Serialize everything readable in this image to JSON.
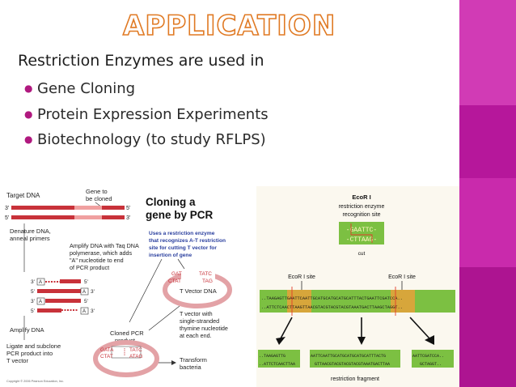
{
  "slide": {
    "title": "APPLICATION",
    "intro": "Restriction Enzymes are used in",
    "bullets": [
      "Gene Cloning",
      "Protein Expression Experiments",
      "Biotechnology (to study RFLPS)"
    ]
  },
  "figure_pcr": {
    "heading_line1": "Cloning a",
    "heading_line2": "gene by PCR",
    "target_dna": "Target DNA",
    "gene_to_be_cloned_1": "Gene to",
    "gene_to_be_cloned_2": "be cloned",
    "five_prime": "5'",
    "three_prime": "3'",
    "denature_1": "Denature DNA,",
    "denature_2": "anneal primers",
    "amplify_taq_1": "Amplify DNA with Taq DNA",
    "amplify_taq_2": "polymerase, which adds",
    "amplify_taq_3": "\"A\" nucleotide to end",
    "amplify_taq_4": "of PCR product",
    "note_1": "Uses a restriction enzyme",
    "note_2": "that recognizes A-T restriction",
    "note_3": "site for cutting T vector for",
    "note_4": "insertion of gene",
    "gat": "GAT",
    "ctat": "CTAT",
    "tatc": "TATC",
    "tag": "TAG",
    "t_vector_dna": "T Vector DNA",
    "amplify_dna": "Amplify DNA",
    "t_vector_with_1": "T vector with",
    "t_vector_with_2": "single-stranded",
    "t_vector_with_3": "thymine nucleotide",
    "t_vector_with_4": "at each end.",
    "ligate_1": "Ligate and subclone",
    "ligate_2": "PCR product into",
    "ligate_3": "T vector",
    "cloned_pcr_1": "Cloned PCR",
    "cloned_pcr_2": "product",
    "gata": "GATA",
    "tatc2": "TATC",
    "ctat2": "CTAT",
    "atag": "ATAG",
    "transform_1": "Transform",
    "transform_2": "bacteria",
    "a_label": "A",
    "copyright": "Copyright © 2006 Pearson Education, Inc."
  },
  "figure_ecori": {
    "enzyme": "EcoR I",
    "recog_1": "restriction enzyme",
    "recog_2": "recognition site",
    "site_top": "-GAATTC-",
    "site_bottom": "-CTTAAG-",
    "cut": "cut",
    "site_label_left": "EcoR I site",
    "site_label_right": "EcoR I site",
    "strand_top": "..TAAGAGTTGAATTCAATTGCATGCATGCATGCATTTACTGAATTCGATCCA..",
    "strand_bottom": "..ATTCTCAACTTAAGTTAACGTACGTACGTACGTAAATGACTTAAGCTAGGT..",
    "frag1_top": "..TAAGAGTTG",
    "frag1_bottom": "..ATTCTCAACTTAA",
    "frag2_top": "AATTCAATTGCATGCATGCATGCATTTACTG",
    "frag2_bottom": "GTTAACGTACGTACGTACGTAAATGACTTAA",
    "frag3_top": "AATTCGATCCA..",
    "frag3_bottom": "GCTAGGT..",
    "restriction_fragment": "restriction fragment"
  },
  "colors": {
    "accent_bar": "#c21fa6",
    "title_outline": "#e07a24",
    "dna_red": "#c8323a",
    "ecori_green": "#7cc042",
    "site_orange": "#e8a13a",
    "strand_dark": "#1b1b1b"
  }
}
